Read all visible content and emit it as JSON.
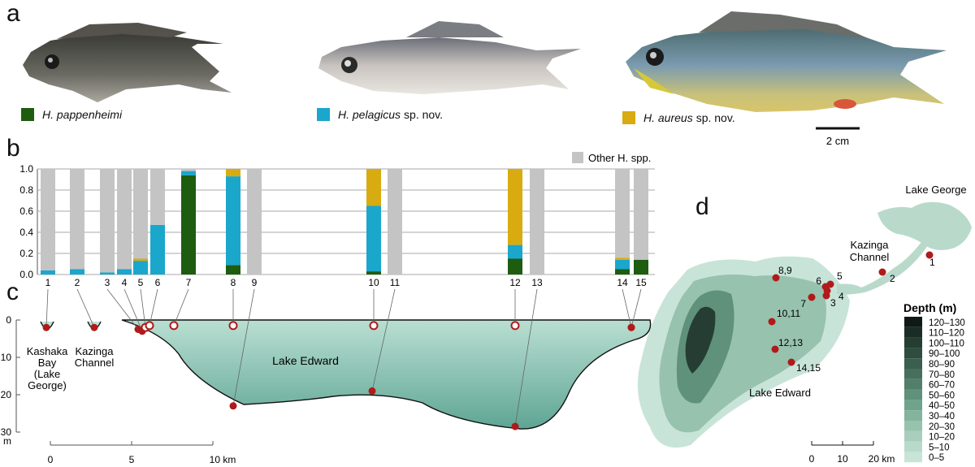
{
  "panel_labels": {
    "a": "a",
    "b": "b",
    "c": "c",
    "d": "d"
  },
  "colors": {
    "pappenheimi": "#1e5c10",
    "pelagicus": "#1ba6cc",
    "aureus": "#d8ac10",
    "other": "#c4c4c4",
    "marker": "#b01a1a"
  },
  "legend": [
    {
      "italic": "H. pappenheimi",
      "suffix": "",
      "color": "#1e5c10"
    },
    {
      "italic": "H. pelagicus",
      "suffix": "sp. nov.",
      "color": "#1ba6cc"
    },
    {
      "italic": "H. aureus",
      "suffix": "sp. nov.",
      "color": "#d8ac10"
    }
  ],
  "scale_bar": "2 cm",
  "other_legend": "Other H. spp.",
  "chart_data": [
    {
      "type": "bar",
      "stacked": true,
      "title": "",
      "xlabel": "",
      "ylabel": "",
      "ylim": [
        0,
        1
      ],
      "yticks": [
        "0.0",
        "0.2",
        "0.4",
        "0.6",
        "0.8",
        "1.0"
      ],
      "grid": true,
      "legend_position": "top-right",
      "categories": [
        "1",
        "2",
        "3",
        "4",
        "5",
        "6",
        "7",
        "8",
        "9",
        "10",
        "11",
        "12",
        "13",
        "14",
        "15"
      ],
      "series": [
        {
          "name": "H. pappenheimi",
          "values": [
            0,
            0,
            0,
            0,
            0,
            0,
            0.94,
            0.09,
            0,
            0.03,
            0,
            0.15,
            0,
            0.05,
            0.14
          ]
        },
        {
          "name": "H. pelagicus sp. nov.",
          "values": [
            0.04,
            0.05,
            0.02,
            0.05,
            0.13,
            0.47,
            0.04,
            0.84,
            0,
            0.62,
            0,
            0.13,
            0,
            0.09,
            0
          ]
        },
        {
          "name": "H. aureus sp. nov.",
          "values": [
            0,
            0,
            0,
            0,
            0.02,
            0,
            0,
            0.07,
            0,
            0.35,
            0,
            0.72,
            0,
            0.02,
            0
          ]
        },
        {
          "name": "Other H. spp.",
          "values": [
            0.96,
            0.95,
            0.98,
            0.95,
            0.85,
            0.53,
            0.02,
            0,
            1,
            0,
            1,
            0,
            1,
            0.84,
            0.86
          ]
        }
      ]
    },
    {
      "type": "scatter",
      "title": "",
      "xlabel": "",
      "ylabel": "m",
      "xlim": [
        0,
        10
      ],
      "ylim": [
        30,
        0
      ],
      "xticks": [
        "0",
        "5",
        "10 km"
      ],
      "yticks": [
        "0",
        "10",
        "20",
        "30"
      ],
      "lake_labels": [
        "Kashaka Bay (Lake George)",
        "Kazinga Channel",
        "Lake Edward"
      ],
      "sites": [
        {
          "site": "1",
          "depth": 2
        },
        {
          "site": "2",
          "depth": 2
        },
        {
          "site": "3",
          "depth": 2.5
        },
        {
          "site": "4",
          "depth": 3
        },
        {
          "site": "5",
          "depth": 2
        },
        {
          "site": "6",
          "depth": 1.5
        },
        {
          "site": "7",
          "depth": 1.5
        },
        {
          "site": "8",
          "depth": 1.5
        },
        {
          "site": "9",
          "depth": 23
        },
        {
          "site": "10",
          "depth": 1.5
        },
        {
          "site": "11",
          "depth": 19
        },
        {
          "site": "12",
          "depth": 1.5
        },
        {
          "site": "13",
          "depth": 28.5
        },
        {
          "site": "14",
          "depth": 2
        },
        {
          "site": "15",
          "depth": 2
        }
      ]
    },
    {
      "type": "heatmap",
      "title": "",
      "legend_title": "Depth (m)",
      "depth_bins": [
        "120–130",
        "110–120",
        "100–110",
        "90–100",
        "80–90",
        "70–80",
        "60–70",
        "50–60",
        "40–50",
        "30–40",
        "20–30",
        "10–20",
        "5–10",
        "0–5"
      ],
      "bin_colors": [
        "#0f1a16",
        "#1b2c25",
        "#263d33",
        "#2f4c40",
        "#3a5e4f",
        "#466f5d",
        "#517f6b",
        "#5f917b",
        "#70a38c",
        "#84b39e",
        "#97c2ae",
        "#a9cebd",
        "#b9dacb",
        "#c8e4d8"
      ],
      "scale_ticks": [
        "0",
        "10",
        "20 km"
      ],
      "place_labels": [
        "Lake George",
        "Kazinga Channel",
        "Lake Edward"
      ],
      "site_labels": [
        "1",
        "2",
        "3",
        "4",
        "5",
        "6",
        "7",
        "8,9",
        "10,11",
        "12,13",
        "14,15"
      ]
    }
  ]
}
